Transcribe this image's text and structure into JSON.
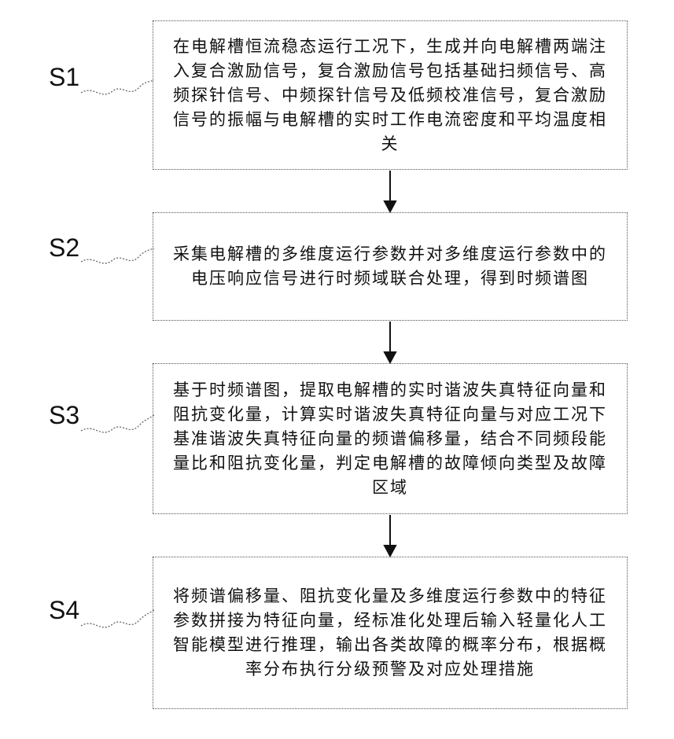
{
  "steps": [
    {
      "label": "S1",
      "text": "在电解槽恒流稳态运行工况下，生成并向电解槽两端注入复合激励信号，复合激励信号包括基础扫频信号、高频探针信号、中频探针信号及低频校准信号，复合激励信号的振幅与电解槽的实时工作电流密度和平均温度相关"
    },
    {
      "label": "S2",
      "text": "采集电解槽的多维度运行参数并对多维度运行参数中的电压响应信号进行时频域联合处理，得到时频谱图"
    },
    {
      "label": "S3",
      "text": "基于时频谱图，提取电解槽的实时谐波失真特征向量和阻抗变化量，计算实时谐波失真特征向量与对应工况下基准谐波失真特征向量的频谱偏移量，结合不同频段能量比和阻抗变化量，判定电解槽的故障倾向类型及故障区域"
    },
    {
      "label": "S4",
      "text": "将频谱偏移量、阻抗变化量及多维度运行参数中的特征参数拼接为特征向量，经标准化处理后输入轻量化人工智能模型进行推理，输出各类故障的概率分布，根据概率分布执行分级预警及对应处理措施"
    }
  ]
}
